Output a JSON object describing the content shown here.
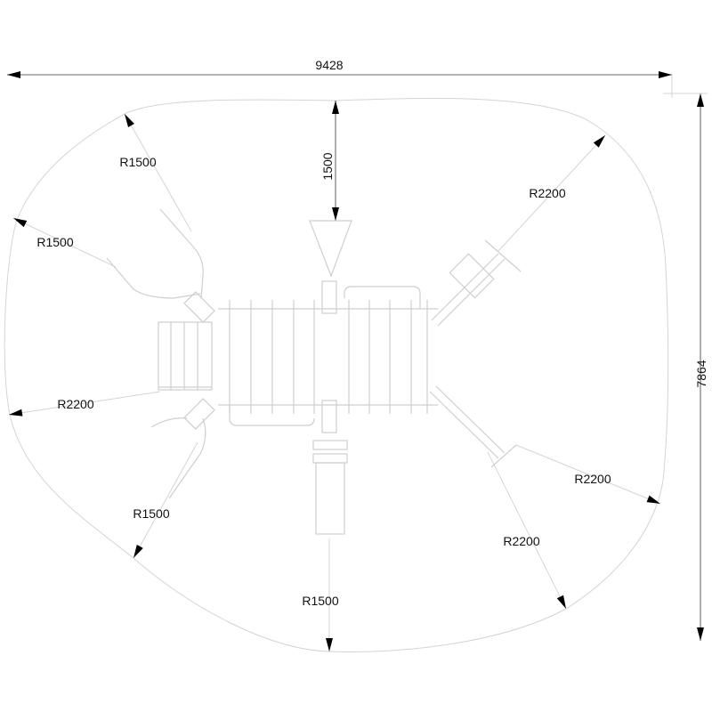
{
  "dimensions": {
    "overall_width": "9428",
    "overall_height": "7864",
    "top_clearance": "1500"
  },
  "radii": {
    "top_left": "R1500",
    "left_upper": "R1500",
    "left_lower": "R2200",
    "bottom_left": "R1500",
    "bottom": "R1500",
    "bottom_right": "R2200",
    "right": "R2200",
    "top_right": "R2200"
  }
}
